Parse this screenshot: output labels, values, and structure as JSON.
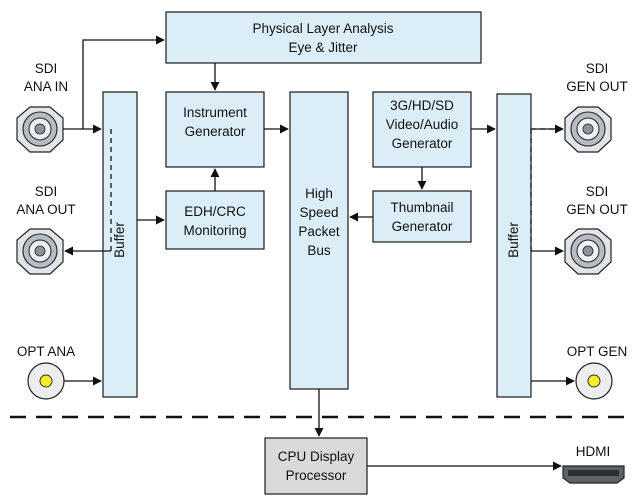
{
  "blocks": {
    "physical_layer": [
      "Physical Layer Analysis",
      "Eye & Jitter"
    ],
    "instrument_generator": [
      "Instrument",
      "Generator"
    ],
    "edh_crc": [
      "EDH/CRC",
      "Monitoring"
    ],
    "high_speed_bus": [
      "High",
      "Speed",
      "Packet",
      "Bus"
    ],
    "video_audio_gen": [
      "3G/HD/SD",
      "Video/Audio",
      "Generator"
    ],
    "thumbnail_gen": [
      "Thumbnail",
      "Generator"
    ],
    "buffer_left": "Buffer",
    "buffer_right": "Buffer",
    "cpu_display": [
      "CPU Display",
      "Processor"
    ]
  },
  "connectors": {
    "sdi_ana_in": [
      "SDI",
      "ANA IN"
    ],
    "sdi_ana_out": [
      "SDI",
      "ANA OUT"
    ],
    "opt_ana": "OPT ANA",
    "sdi_gen_out_1": [
      "SDI",
      "GEN OUT"
    ],
    "sdi_gen_out_2": [
      "SDI",
      "GEN OUT"
    ],
    "opt_gen": "OPT GEN",
    "hdmi": "HDMI"
  },
  "colors": {
    "block_fill": "#dbeef7",
    "cpu_fill": "#d9d9d9",
    "optical_core": "#f4ee2a"
  }
}
